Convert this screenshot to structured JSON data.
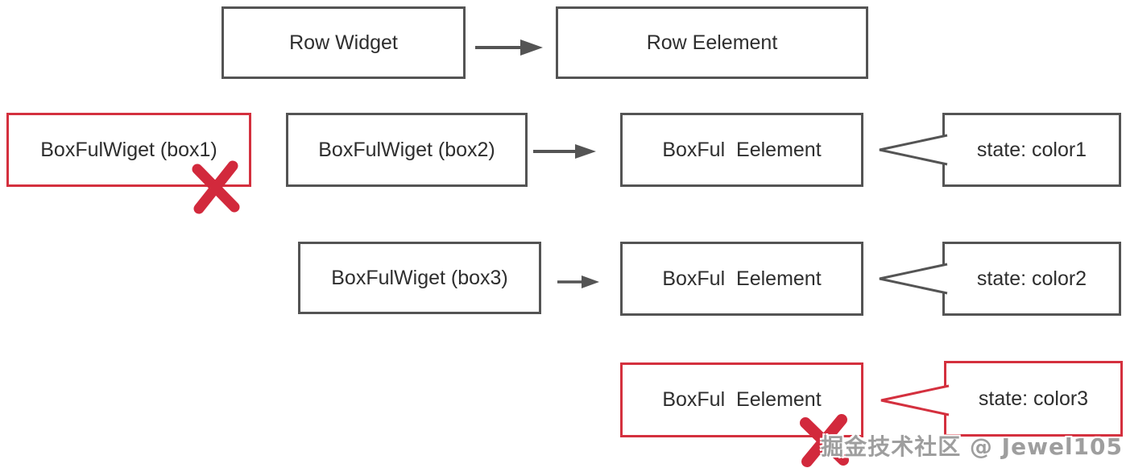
{
  "diagram": {
    "row1": {
      "widget": "Row Widget",
      "element": "Row Eelement"
    },
    "row2": {
      "box1": "BoxFulWiget (box1)",
      "box2": "BoxFulWiget (box2)",
      "element": "BoxFul  Eelement",
      "state": "state: color1"
    },
    "row3": {
      "box3": "BoxFulWiget (box3)",
      "element": "BoxFul  Eelement",
      "state": "state: color2"
    },
    "row4": {
      "element": "BoxFul  Eelement",
      "state": "state: color3"
    },
    "watermark": "掘金技术社区 @ Jewel105",
    "colors": {
      "border_gray": "#545454",
      "accent_red": "#d4303e",
      "text": "#2e2e2e",
      "watermark_gray": "#9e9e9e"
    }
  }
}
